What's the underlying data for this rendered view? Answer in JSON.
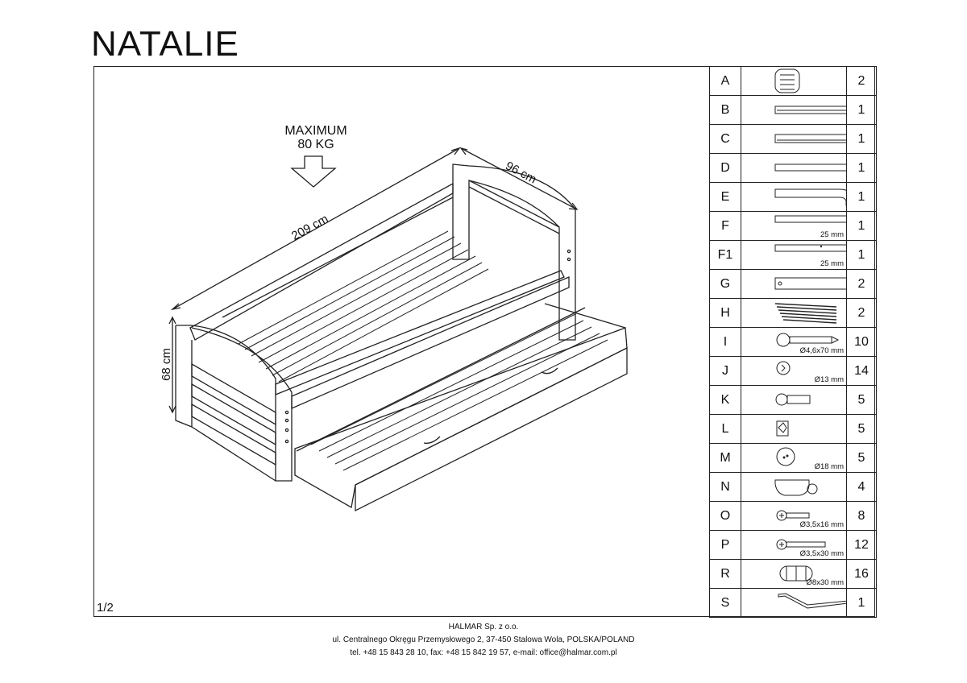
{
  "title": "NATALIE",
  "page_number": "1/2",
  "drawing": {
    "max_load_line1": "MAXIMUM",
    "max_load_line2": "80 KG",
    "dim_length": "209 cm",
    "dim_width": "96 cm",
    "dim_height": "68 cm"
  },
  "parts": [
    {
      "letter": "A",
      "qty": "2",
      "icon": "headboard-panel-icon",
      "dim": ""
    },
    {
      "letter": "B",
      "qty": "1",
      "icon": "notched-rail-icon",
      "dim": ""
    },
    {
      "letter": "C",
      "qty": "1",
      "icon": "side-rail-icon",
      "dim": ""
    },
    {
      "letter": "D",
      "qty": "1",
      "icon": "thin-rail-icon",
      "dim": ""
    },
    {
      "letter": "E",
      "qty": "1",
      "icon": "curved-rail-icon",
      "dim": ""
    },
    {
      "letter": "F",
      "qty": "1",
      "icon": "slat-strip-icon",
      "dim": "25 mm"
    },
    {
      "letter": "F1",
      "qty": "1",
      "icon": "slat-strip-center-icon",
      "dim": "25 mm"
    },
    {
      "letter": "G",
      "qty": "2",
      "icon": "connector-bar-icon",
      "dim": ""
    },
    {
      "letter": "H",
      "qty": "2",
      "icon": "slat-roll-icon",
      "dim": ""
    },
    {
      "letter": "I",
      "qty": "10",
      "icon": "confirmat-screw-icon",
      "dim": "Ø4,6x70 mm"
    },
    {
      "letter": "J",
      "qty": "14",
      "icon": "cam-lock-icon",
      "dim": "Ø13 mm"
    },
    {
      "letter": "K",
      "qty": "5",
      "icon": "cam-bolt-icon",
      "dim": ""
    },
    {
      "letter": "L",
      "qty": "5",
      "icon": "corner-bracket-icon",
      "dim": ""
    },
    {
      "letter": "M",
      "qty": "5",
      "icon": "cap-icon",
      "dim": "Ø18 mm"
    },
    {
      "letter": "N",
      "qty": "4",
      "icon": "castor-wheel-icon",
      "dim": ""
    },
    {
      "letter": "O",
      "qty": "8",
      "icon": "short-screw-icon",
      "dim": "Ø3,5x16 mm"
    },
    {
      "letter": "P",
      "qty": "12",
      "icon": "long-screw-icon",
      "dim": "Ø3,5x30 mm"
    },
    {
      "letter": "R",
      "qty": "16",
      "icon": "wooden-dowel-icon",
      "dim": "Ø8x30 mm"
    },
    {
      "letter": "S",
      "qty": "1",
      "icon": "allen-key-icon",
      "dim": ""
    }
  ],
  "footer": {
    "company": "HALMAR Sp. z o.o.",
    "address": "ul. Centralnego Okręgu Przemysłowego 2, 37-450 Stalowa Wola, POLSKA/POLAND",
    "contact": "tel. +48 15 843 28 10, fax: +48 15 842 19 57, e-mail: office@halmar.com.pl"
  }
}
